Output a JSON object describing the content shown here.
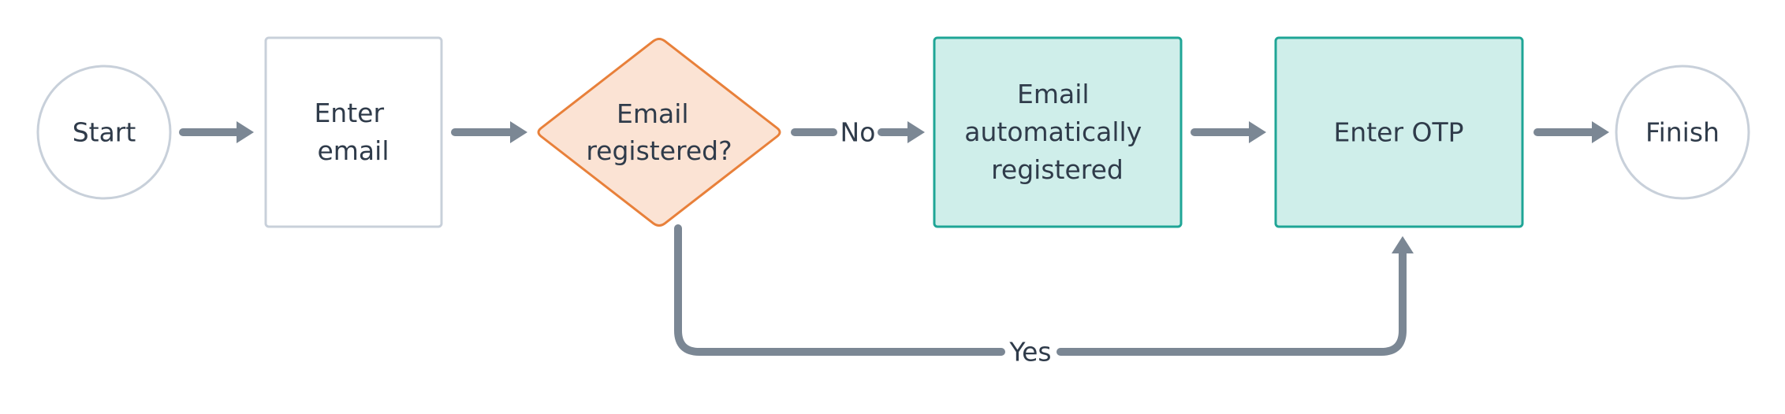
{
  "nodes": {
    "start": {
      "label": "Start"
    },
    "enter_email": {
      "lines": [
        "Enter",
        "email"
      ]
    },
    "email_registered": {
      "lines": [
        "Email",
        "registered?"
      ]
    },
    "auto_registered": {
      "lines": [
        "Email",
        "automatically",
        "registered"
      ]
    },
    "enter_otp": {
      "label": "Enter OTP"
    },
    "finish": {
      "label": "Finish"
    }
  },
  "edges": {
    "no_label": "No",
    "yes_label": "Yes"
  },
  "colors": {
    "circle_stroke": "#c8d0da",
    "box_stroke": "#c8d0da",
    "box_fill": "#ffffff",
    "decision_fill": "#fbe3d4",
    "decision_stroke": "#e8803a",
    "teal_fill": "#cfeeea",
    "teal_stroke": "#1fa596",
    "connector": "#7b8794",
    "text": "#2f3b4a"
  }
}
